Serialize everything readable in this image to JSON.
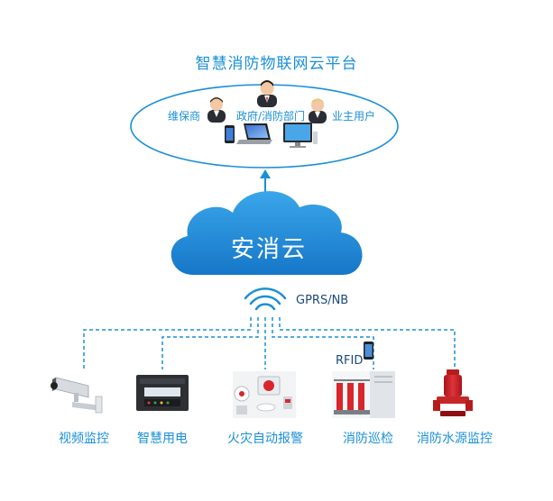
{
  "platform": {
    "title": "智慧消防物联网云平台"
  },
  "roles": {
    "maintainer": "维保商",
    "government": "政府/消防部门",
    "owner": "业主用户"
  },
  "cloud": {
    "label": "安消云"
  },
  "connection": {
    "label": "GPRS/NB"
  },
  "rfid": {
    "label": "RFID"
  },
  "devices": [
    {
      "label": "视频监控",
      "icon": "cctv-camera-icon"
    },
    {
      "label": "智慧用电",
      "icon": "power-monitor-icon"
    },
    {
      "label": "火灾自动报警",
      "icon": "fire-alarm-icon"
    },
    {
      "label": "消防巡检",
      "icon": "pump-inspection-icon"
    },
    {
      "label": "消防水源监控",
      "icon": "water-pump-icon"
    }
  ],
  "colors": {
    "accent": "#1a8fd6",
    "cloud": "#1f8ad8",
    "red": "#d8262c"
  }
}
